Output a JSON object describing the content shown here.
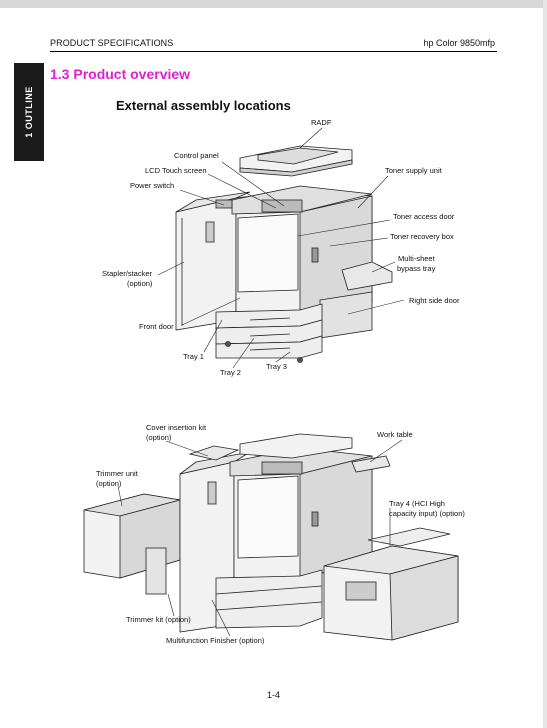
{
  "header": {
    "left": "PRODUCT SPECIFICATIONS",
    "right": "hp Color 9850mfp"
  },
  "side_tab": {
    "label": "1 OUTLINE"
  },
  "section_title": "1.3  Product overview",
  "sub_heading": "External assembly locations",
  "figure1": {
    "labels": {
      "radf": "RADF",
      "control_panel": "Control panel",
      "lcd": "LCD Touch screen",
      "power": "Power switch",
      "toner_supply": "Toner supply unit",
      "toner_access": "Toner access door",
      "toner_recovery": "Toner recovery box",
      "bypass_1": "Multi-sheet",
      "bypass_2": "bypass tray",
      "stapler_1": "Stapler/stacker",
      "stapler_2": "(option)",
      "right_door": "Right side door",
      "front_door": "Front door",
      "tray1": "Tray 1",
      "tray2": "Tray 2",
      "tray3": "Tray 3"
    }
  },
  "figure2": {
    "labels": {
      "cover_1": "Cover insertion kit",
      "cover_2": "(option)",
      "work_table": "Work table",
      "trimmer_1": "Trimmer unit",
      "trimmer_2": "(option)",
      "tray4_1": "Tray 4 (HCI High",
      "tray4_2": "capacity input) (option)",
      "trimmer_kit": "Trimmer kit (option)",
      "multifunction": "Multifunction Finisher (option)"
    }
  },
  "page_number": "1-4"
}
